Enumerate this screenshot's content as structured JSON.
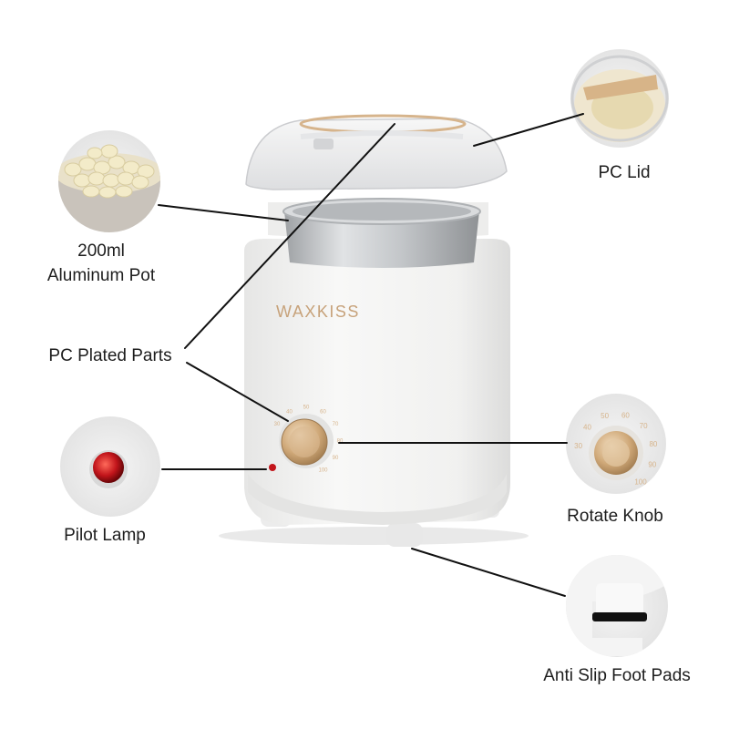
{
  "brand": {
    "name": "WAXKISS",
    "color": "#c7a27a"
  },
  "callouts": {
    "pot": {
      "line1": "200ml",
      "line2": "Aluminum Pot"
    },
    "plated": {
      "label": "PC Plated Parts"
    },
    "lamp": {
      "label": "Pilot Lamp"
    },
    "lid": {
      "label": "PC Lid"
    },
    "knob": {
      "label": "Rotate Knob"
    },
    "feet": {
      "label": "Anti Slip Foot Pads"
    }
  },
  "dial_scale": [
    "30",
    "40",
    "50",
    "60",
    "70",
    "80",
    "90",
    "100"
  ],
  "colors": {
    "body": "#f4f4f3",
    "pot": "#c9cbcd",
    "gold": "#d6b48c",
    "lamp": "#c2151b",
    "leader_line": "#111111"
  }
}
